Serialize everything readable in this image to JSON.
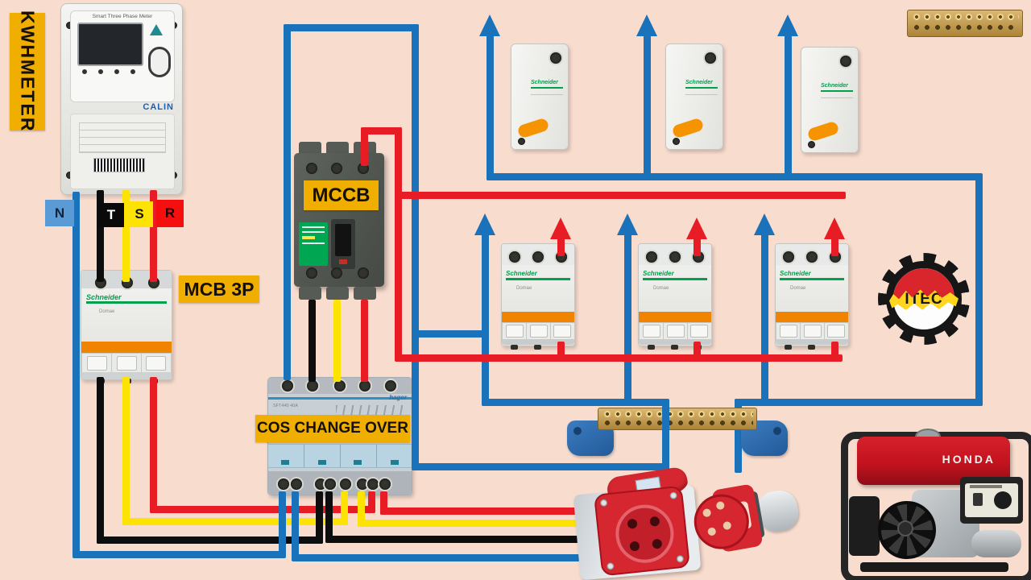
{
  "labels": {
    "kwhmeter": "KWHMETER",
    "mcb": "MCB 3P",
    "mccb": "MCCB",
    "cos": "COS CHANGE OVER"
  },
  "meter": {
    "title": "Smart Three Phase Meter",
    "brand": "CALIN"
  },
  "terminals": {
    "n": "N",
    "t": "T",
    "s": "S",
    "r": "R"
  },
  "brands": {
    "schneider": "Schneider",
    "domae": "Domae",
    "hager": "hager",
    "cos_model": "SFT440 40A",
    "honda": "HONDA",
    "itec": "ITEC"
  },
  "colors": {
    "background": "#f8ddcf",
    "wire_red": "#e81c24",
    "wire_blue": "#1a72ba",
    "wire_yellow": "#fce303",
    "wire_black": "#0d0d0d",
    "label_yellow": "#efae00",
    "schneider_green": "#00a04d",
    "breaker_orange": "#f08300",
    "mccb_body": "#52574f",
    "mccb_green": "#00a651",
    "cos_body": "#c9d0d5",
    "brass": "#c9a45a",
    "honda_red": "#c2131f",
    "chip_blue": "#5b9bd5",
    "socket_red": "#d62730"
  }
}
